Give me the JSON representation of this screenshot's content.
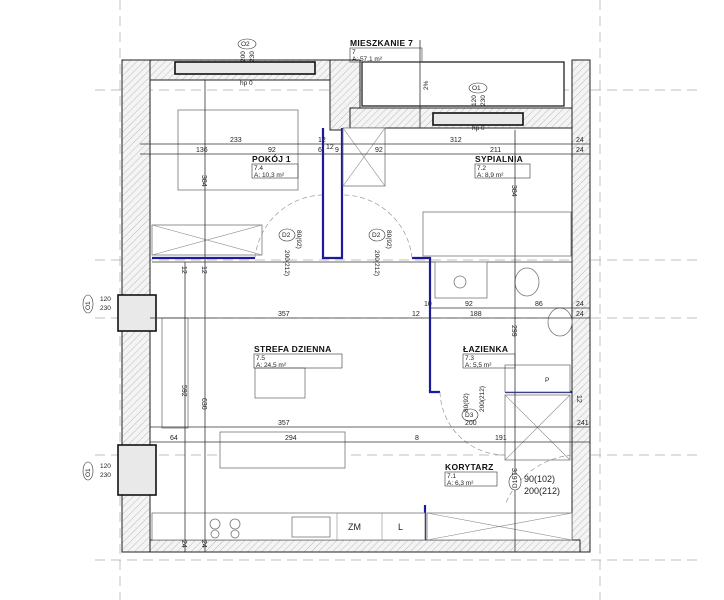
{
  "apartment": {
    "title": "MIESZKANIE 7",
    "number": "7",
    "area": "A: 57,1 m²"
  },
  "rooms": [
    {
      "name": "POKÓJ 1",
      "number": "7.4",
      "area": "A: 10,3 m²"
    },
    {
      "name": "SYPIALNIA",
      "number": "7.2",
      "area": "A: 8,9 m²"
    },
    {
      "name": "STREFA DZIENNA",
      "number": "7.5",
      "area": "A: 24,5 m²"
    },
    {
      "name": "ŁAZIENKA",
      "number": "7.3",
      "area": "A: 5,5 m²"
    },
    {
      "name": "KORYTARZ",
      "number": "7.1",
      "area": "A: 6,3 m²"
    }
  ],
  "windows": [
    {
      "tag": "O2",
      "w": "200",
      "h": "230",
      "sill": "hp 0"
    },
    {
      "tag": "O1",
      "w": "120",
      "h": "230",
      "sill": "hp 0"
    },
    {
      "tag": "O1",
      "w": "120",
      "h": "230"
    },
    {
      "tag": "O1",
      "w": "120",
      "h": "230"
    }
  ],
  "doors": [
    {
      "tag": "D2",
      "w": "80(92)",
      "h": "200(212)"
    },
    {
      "tag": "D2",
      "w": "80(92)",
      "h": "200(212)"
    },
    {
      "tag": "D3",
      "w": "80(92)",
      "h": "200(212)"
    },
    {
      "tag": "D1",
      "w": "90(102)",
      "h": "200(212)"
    }
  ],
  "slope": "2%",
  "fixtures": {
    "fridge": "ZM",
    "washer": "L",
    "p": "P"
  },
  "dimensions": {
    "r1": [
      "233",
      "12",
      "312",
      "24"
    ],
    "r2": [
      "136",
      "92",
      "6",
      "12",
      "9",
      "92",
      "211",
      "24"
    ],
    "r3": [
      "357",
      "12",
      "188",
      "24"
    ],
    "r4": [
      "10",
      "92",
      "86",
      "24"
    ],
    "r5": [
      "357",
      "200",
      "241"
    ],
    "r6": [
      "64",
      "294",
      "8",
      "191"
    ],
    "vert": [
      "384",
      "384",
      "12",
      "12",
      "592",
      "630",
      "299",
      "319",
      "24",
      "24",
      "12"
    ]
  }
}
